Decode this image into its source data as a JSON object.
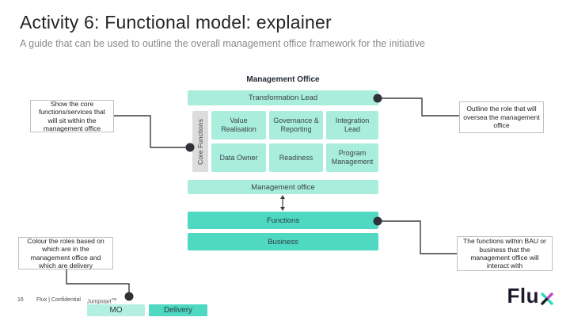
{
  "slide": {
    "title": "Activity 6: Functional model: explainer",
    "subtitle": "A guide that can be used to outline the overall management office framework for the initiative"
  },
  "diagram": {
    "heading": "Management Office",
    "transformation_lead": "Transformation Lead",
    "core_functions_label": "Core Functions",
    "function_boxes": [
      "Value Realisation",
      "Governance & Reporting",
      "Integration Lead",
      "Data Owner",
      "Readiness",
      "Program Management"
    ],
    "management_office_bar": "Management office",
    "functions_bar": "Functions",
    "business_bar": "Business"
  },
  "callouts": {
    "top_left": "Show the core functions/services that will sit within the management office",
    "top_right": "Outline the role that will oversea the management office",
    "bottom_left": "Colour the roles based on which are in the management office and which are delivery",
    "bottom_right": "The functions within BAU or business that the management office will interact with"
  },
  "legend": {
    "mo": "MO",
    "delivery": "Delivery"
  },
  "footer": {
    "page_number": "16",
    "confidential": "Flux | Confidential",
    "product": "Jumpstart",
    "product_mark": "TM"
  },
  "logo": {
    "text": "Flu"
  },
  "colors": {
    "mint": "#a9eddc",
    "teal": "#4fd9c2",
    "gray_box": "#dcdcdc",
    "connector": "#3c3c3c",
    "dot": "#2e3238",
    "logo_navy": "#1b1b2f",
    "logo_magenta": "#cc3fc4",
    "logo_teal": "#2fd8be"
  }
}
